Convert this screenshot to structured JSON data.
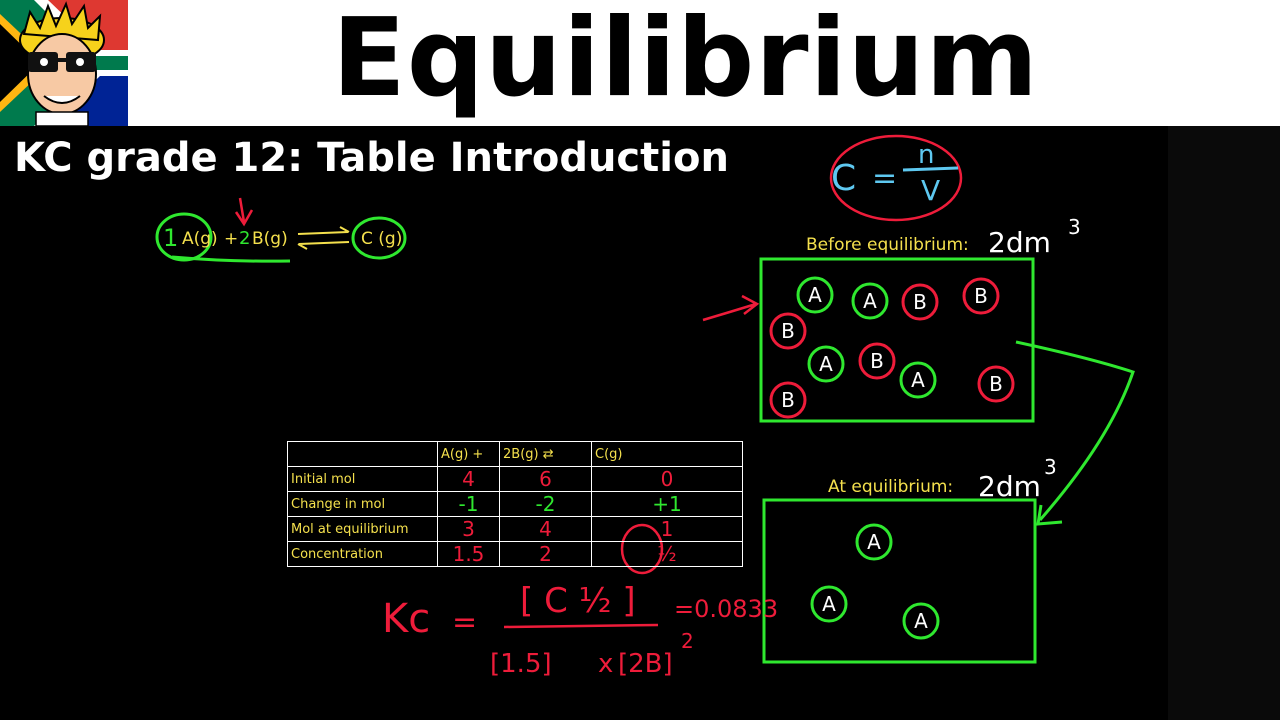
{
  "header": {
    "title": "Equilibrium"
  },
  "lesson": {
    "subtitle": "KC grade 12: Table Introduction"
  },
  "reaction": {
    "coef_a": "1",
    "species_a": "A(g)",
    "plus": "+",
    "coef_b": "2",
    "species_b": "B(g)",
    "species_c": "C (g)"
  },
  "formula": {
    "c": "C",
    "equals": "=",
    "n": "n",
    "v": "V"
  },
  "before": {
    "label": "Before equilibrium:",
    "volume": "2dm",
    "exponent": "3",
    "particles": [
      "A",
      "A",
      "B",
      "B",
      "B",
      "A",
      "B",
      "A",
      "B",
      "B"
    ]
  },
  "after": {
    "label": "At equilibrium:",
    "volume": "2dm",
    "exponent": "3",
    "particles": [
      "A",
      "A",
      "A"
    ]
  },
  "table": {
    "headers": [
      "",
      "A(g) +",
      "2B(g)",
      "C(g)"
    ],
    "rows": [
      {
        "label": "Initial mol",
        "values": [
          "4",
          "6",
          "0"
        ]
      },
      {
        "label": "Change in mol",
        "values": [
          "-1",
          "-2",
          "+1"
        ]
      },
      {
        "label": "Mol at equilibrium",
        "values": [
          "3",
          "4",
          "1"
        ]
      },
      {
        "label": "Concentration",
        "values": [
          "1.5",
          "2",
          "½"
        ]
      }
    ]
  },
  "kc": {
    "lhs": "Kc",
    "equals": "=",
    "numerator": "[ C ½ ]",
    "denominator_a": "[1.5]",
    "times": "x",
    "denominator_b": "[2B]",
    "power": "2",
    "result": "=0.0833"
  },
  "colors": {
    "chalk_red": "#ee1c3a",
    "chalk_green": "#2fe82f",
    "chalk_yellow": "#f4e04d",
    "chalk_cyan": "#5ec8f0",
    "flag_green": "#007a4d",
    "flag_yellow": "#ffb612",
    "flag_red": "#de3831",
    "flag_blue": "#002395"
  }
}
